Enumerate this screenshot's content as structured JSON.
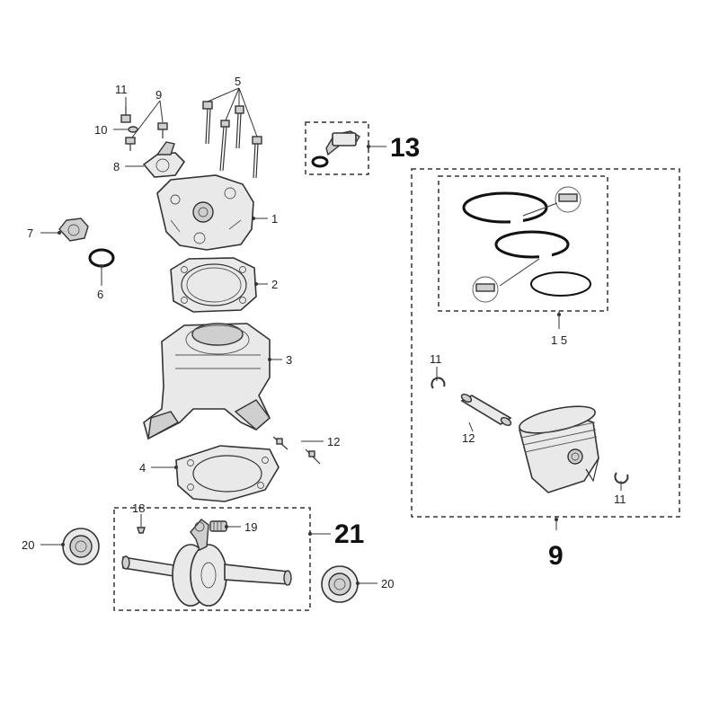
{
  "labels": {
    "cylinder_head": "1",
    "head_gasket": "2",
    "cylinder": "3",
    "base_gasket": "4",
    "head_bolts": "5",
    "o_ring": "6",
    "thermostat": "7",
    "thermostat_cover": "8",
    "screw_9": "9",
    "washer_10": "10",
    "bolt_11": "11",
    "stud_12": "12",
    "temp_sensor_group": "13",
    "piston_rings_group": "1 5",
    "circlip_left": "11",
    "piston_pin": "12",
    "circlip_right": "11",
    "piston_kit_group": "9",
    "key_18": "18",
    "needle_bearing_19": "19",
    "bearing_left": "20",
    "bearing_right": "20",
    "crankshaft_group": "21"
  }
}
